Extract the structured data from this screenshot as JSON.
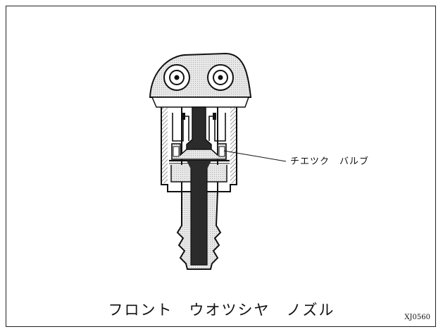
{
  "diagram": {
    "callout_label": "チエツク　バルブ",
    "title": "フロント　ウオツシヤ　ノズル",
    "figure_code": "XJ0560"
  },
  "colors": {
    "line": "#111111",
    "hatch": "#555555",
    "fill_dark": "#2b2b2b",
    "fill_light": "#e6e6e6"
  }
}
